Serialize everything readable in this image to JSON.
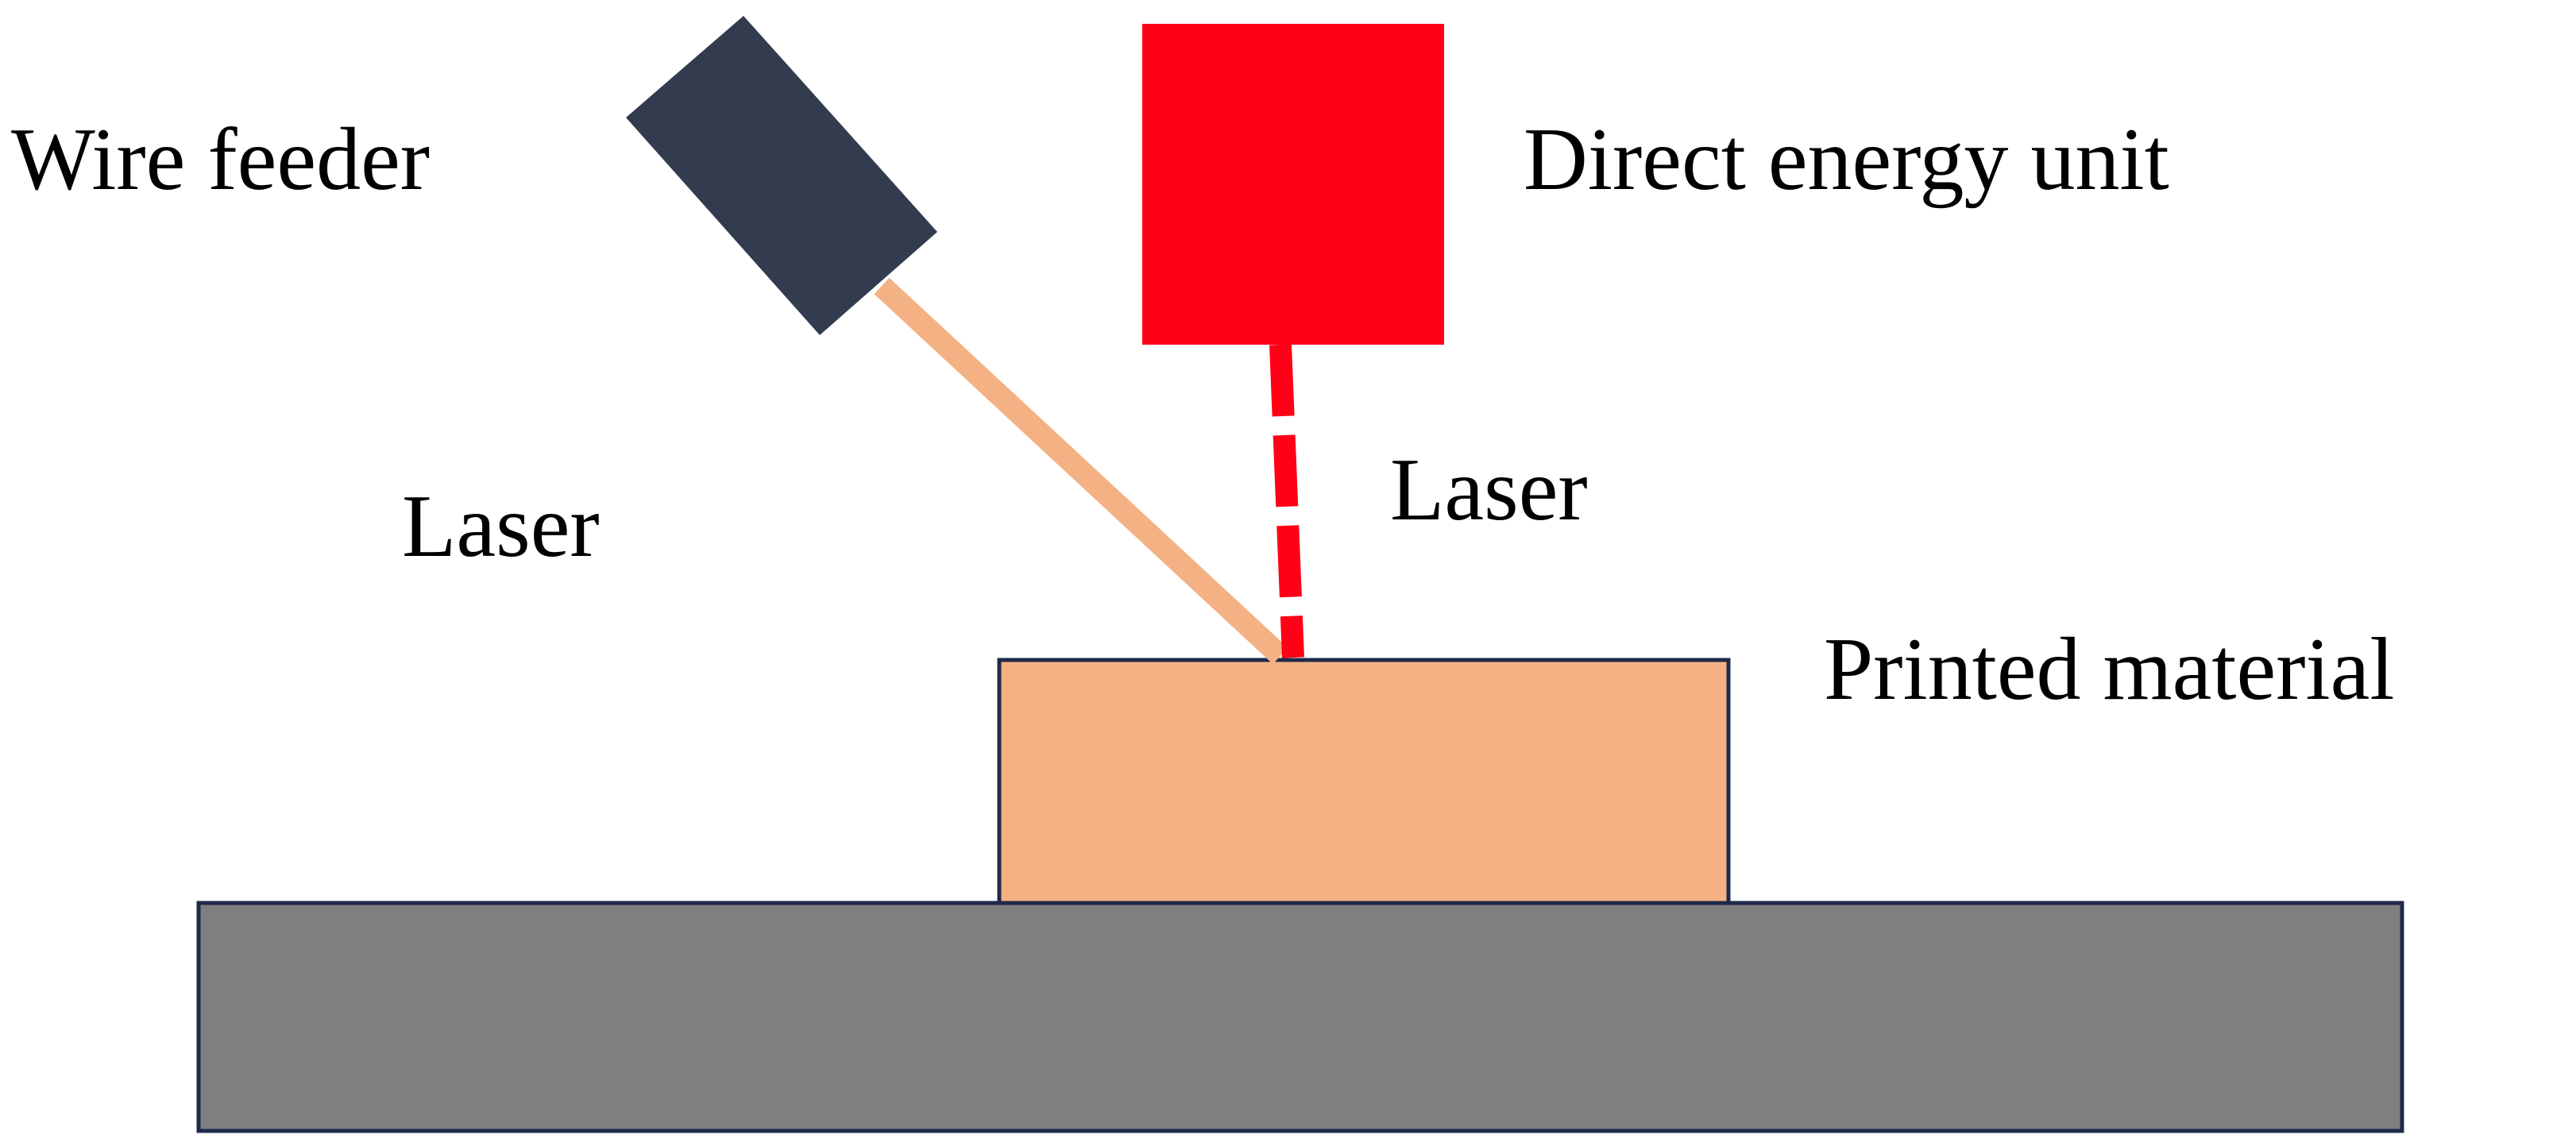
{
  "labels": {
    "wire_feeder": "Wire feeder",
    "direct_energy_unit": "Direct energy unit",
    "laser_left": "Laser",
    "laser_right": "Laser",
    "printed_material": "Printed material"
  },
  "colors": {
    "feeder_body": "#323c4e",
    "energy_unit": "#ff0016",
    "wire": "#f4b183",
    "laser_beam": "#ff0016",
    "printed_material": "#f4b183",
    "substrate": "#7f7f7f",
    "outline": "#1f2a4a"
  }
}
